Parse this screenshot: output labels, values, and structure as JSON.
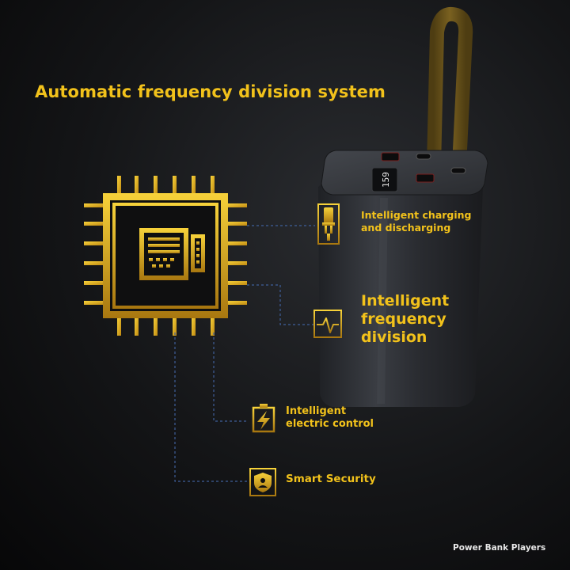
{
  "title": "Automatic frequency division system",
  "features": [
    {
      "icon": "plug-icon",
      "lines": [
        "Intelligent charging",
        "and discharging"
      ]
    },
    {
      "icon": "waveform-icon",
      "lines": [
        "Intelligent",
        "frequency",
        "division"
      ]
    },
    {
      "icon": "battery-bolt-icon",
      "lines": [
        "Intelligent",
        "electric control"
      ]
    },
    {
      "icon": "shield-user-icon",
      "lines": [
        "Smart Security"
      ]
    }
  ],
  "device_display": "159",
  "watermark": "Power Bank Players",
  "colors": {
    "accent": "#f2c21b",
    "background": "#0b0b0c",
    "device_body": "#2b2e33",
    "strap": "#6b5418"
  }
}
